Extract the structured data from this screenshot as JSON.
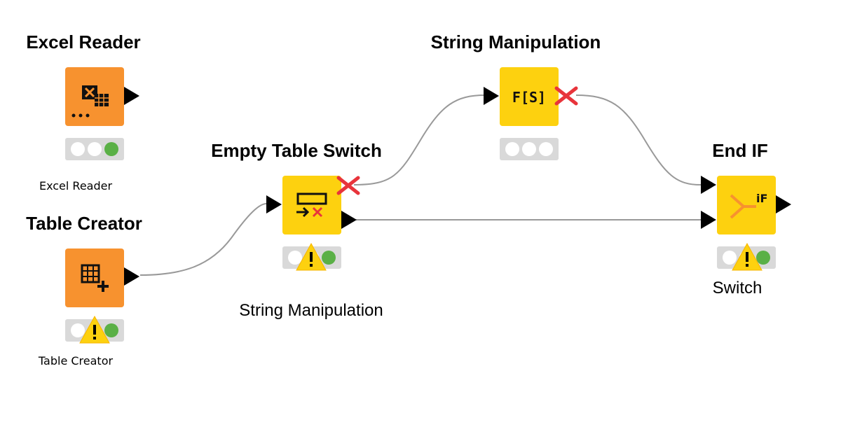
{
  "nodes": {
    "excel_reader": {
      "title": "Excel Reader",
      "label": "Excel Reader"
    },
    "table_creator": {
      "title": "Table Creator",
      "label_line1": "Table Creator",
      "label_line2": ""
    },
    "empty_table_switch": {
      "title": "Empty Table Switch",
      "label_line1": "",
      "label_line2": "String Manipulation",
      "label_line3": ""
    },
    "string_manipulation": {
      "title": "String Manipulation",
      "label_line1": "",
      "label_line2": "",
      "label_line3": ""
    },
    "end_if": {
      "title": "End IF",
      "label": "Switch"
    }
  },
  "colors": {
    "orange_node": "#f7922f",
    "yellow_node": "#fdd10f",
    "status_green": "#5ab046",
    "warning_yellow": "#fdd10f",
    "inactive_red": "#e8343b",
    "connection": "#999999"
  },
  "icons": {
    "excel_reader": "excel-reader-icon",
    "table_creator": "table-creator-icon",
    "empty_table_switch": "empty-table-switch-icon",
    "string_manipulation": "string-manipulation-icon",
    "end_if": "end-if-icon"
  }
}
